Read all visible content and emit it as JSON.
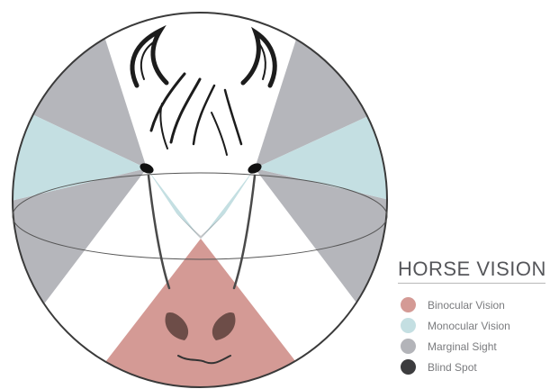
{
  "legend": {
    "title": "HORSE VISION",
    "items": [
      {
        "label": "Binocular Vision",
        "color": "#d49a95"
      },
      {
        "label": "Monocular Vision",
        "color": "#c4dfe2"
      },
      {
        "label": "Marginal Sight",
        "color": "#b3b4b9"
      },
      {
        "label": "Blind Spot",
        "color": "#3c3c3e"
      }
    ]
  }
}
